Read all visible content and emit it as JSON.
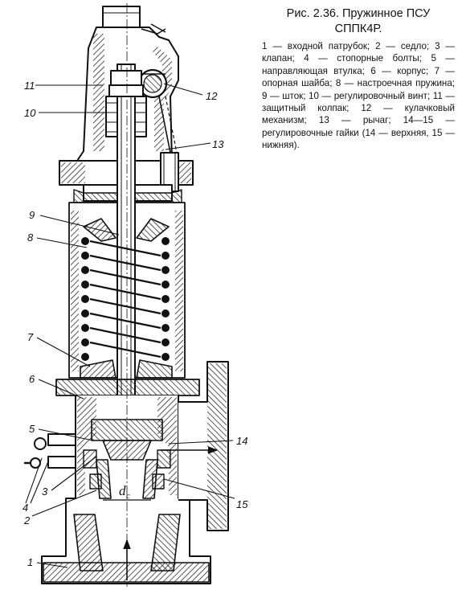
{
  "caption": {
    "title_line1": "Рис. 2.36. Пружинное ПСУ",
    "title_line2": "СППК4Р.",
    "legend": "1 — входной патрубок; 2 — седло; 3 — клапан; 4 — стопорные болты; 5 — направляющая втулка; 6 — корпус; 7 — опорная шайба; 8 — настроечная пружина; 9 — шток; 10 — регулировочный винт; 11 — защитный колпак; 12 — кулачковый механизм; 13 — рычаг; 14—15 — регулировочные гайки (14 — верхняя, 15 — нижняя)."
  },
  "labels": {
    "l1": "1",
    "l2": "2",
    "l3": "3",
    "l4": "4",
    "l5": "5",
    "l6": "6",
    "l7": "7",
    "l8": "8",
    "l9": "9",
    "l10": "10",
    "l11": "11",
    "l12": "12",
    "l13": "13",
    "l14": "14",
    "l15": "15"
  },
  "symbol": {
    "d": "d",
    "sub": "c"
  },
  "colors": {
    "ink": "#111111",
    "background": "#ffffff"
  }
}
